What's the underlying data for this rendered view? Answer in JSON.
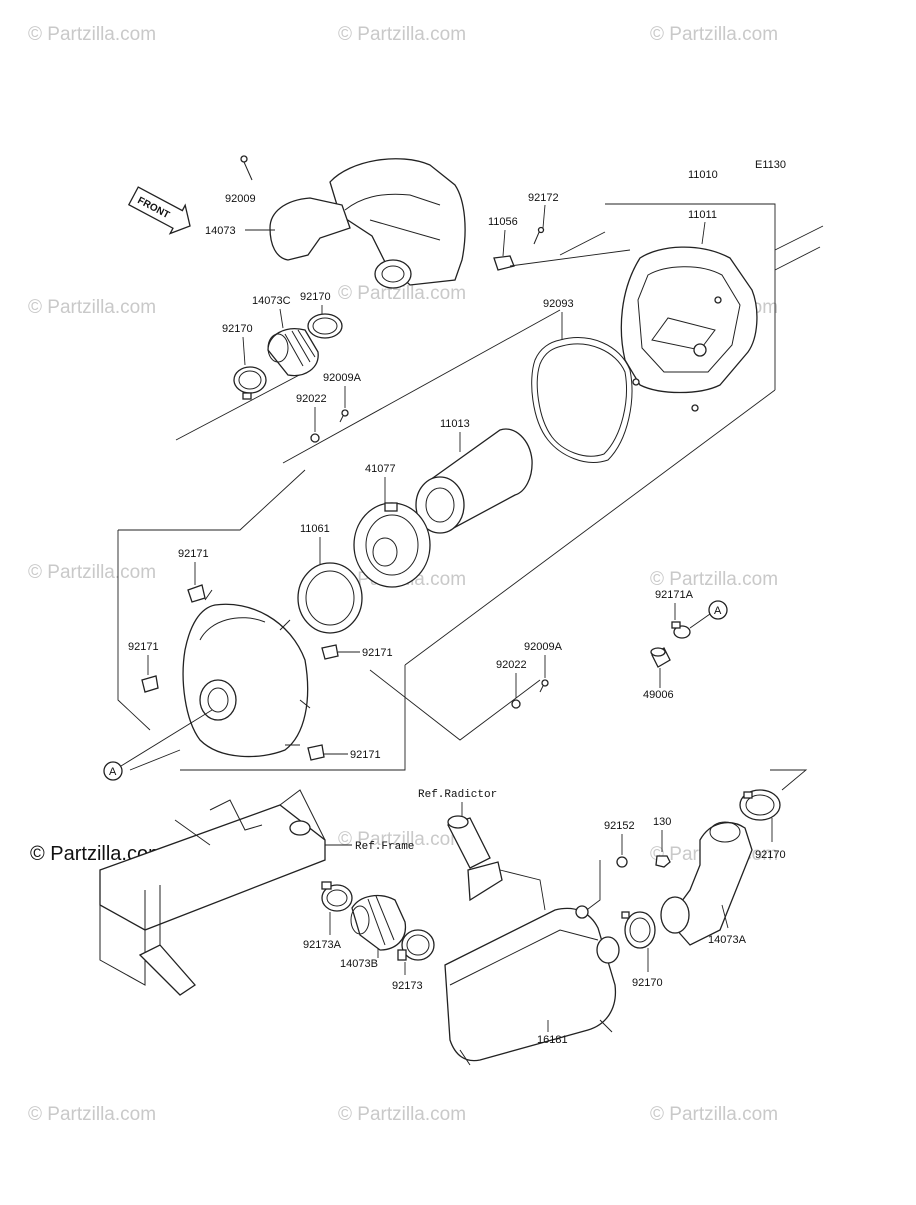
{
  "watermark": "© Partzilla.com",
  "brand_mark": "© Partzilla.com",
  "diagram_code": "E1130",
  "front_label": "FRONT",
  "callout_a": "A",
  "labels": {
    "p92009": "92009",
    "p14073": "14073",
    "p92172": "92172",
    "p11056": "11056",
    "p11010": "11010",
    "p11011": "11011",
    "p92170_top": "92170",
    "p14073c": "14073C",
    "p92170_left": "92170",
    "p92093": "92093",
    "p92009a_top": "92009A",
    "p92022_top": "92022",
    "p11013": "11013",
    "p41077": "41077",
    "p11061": "11061",
    "p92171_a": "92171",
    "p92171_b": "92171",
    "p92171_c": "92171",
    "p92171_d": "92171",
    "p92171a": "92171A",
    "p49006": "49006",
    "p92009a_mid": "92009A",
    "p92022_mid": "92022",
    "ref_radiator": "Ref.Radictor",
    "ref_frame": "Ref.Frame",
    "p92152": "92152",
    "p130": "130",
    "p92170_br": "92170",
    "p92173a": "92173A",
    "p14073b": "14073B",
    "p92173": "92173",
    "p92170_bm": "92170",
    "p14073a": "14073A",
    "p16181": "16181"
  }
}
